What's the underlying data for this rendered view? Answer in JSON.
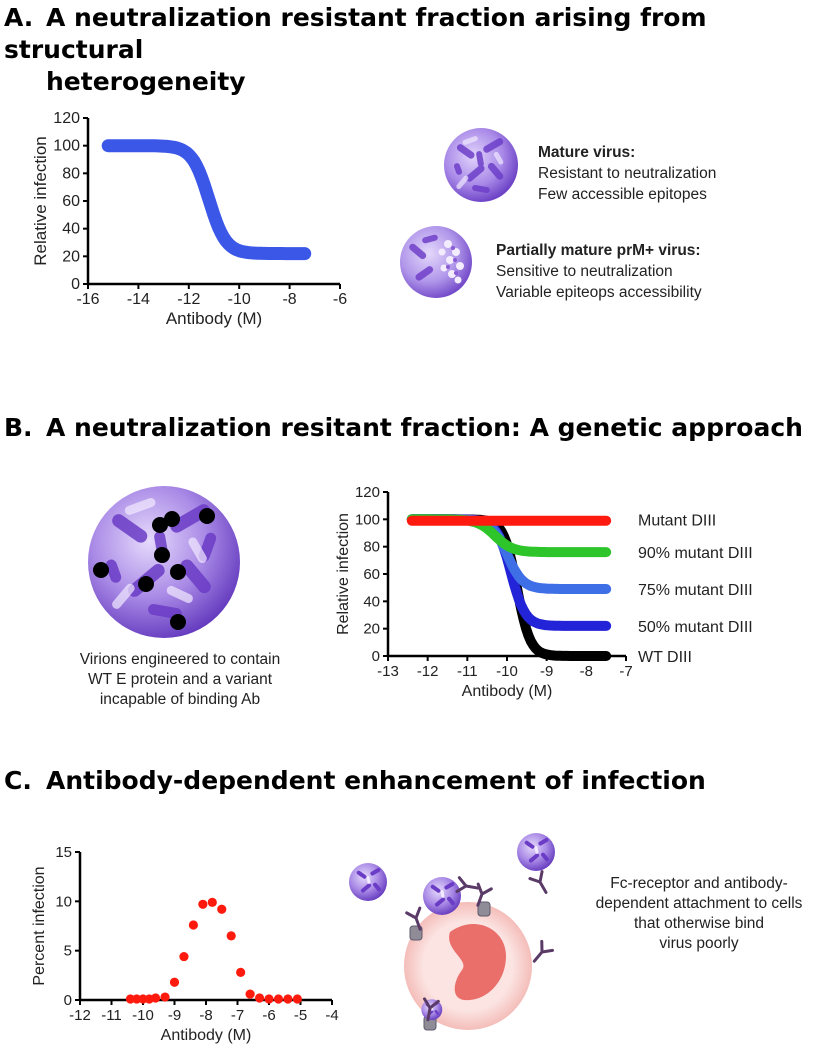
{
  "panels": {
    "a": {
      "letter": "A.",
      "title_line1": "A neutralization resistant fraction arising from structural",
      "title_line2": "heterogeneity",
      "mature": {
        "heading": "Mature virus:",
        "line1": "Resistant to neutralization",
        "line2": "Few accessible epitopes"
      },
      "partial": {
        "heading": "Partially mature prM+ virus:",
        "line1": "Sensitive to neutralization",
        "line2": "Variable epiteops accessibility"
      }
    },
    "b": {
      "letter": "B.",
      "title": "A neutralization resitant fraction:  A genetic approach",
      "caption_line1": "Virions engineered to contain",
      "caption_line2": "WT E protein and a variant",
      "caption_line3": "incapable of binding Ab"
    },
    "c": {
      "letter": "C.",
      "title": "Antibody-dependent enhancement of infection",
      "desc_line1": "Fc-receptor and antibody-",
      "desc_line2": "dependent attachment to cells",
      "desc_line3": "that otherwise bind",
      "desc_line4": "virus poorly"
    }
  },
  "icons": {
    "virus": "virus-particle-icon",
    "antibody": "antibody-y-icon",
    "cell": "host-cell-icon"
  },
  "colors": {
    "virus_light": "#c9b3ef",
    "virus_dark": "#7a45cf",
    "cell_pink": "#f6c9c7",
    "nucleus": "#ea6f6b",
    "antibody": "#5a3a66"
  },
  "chart_data": [
    {
      "type": "line",
      "xlabel": "Antibody (M)",
      "ylabel": "Relative infection",
      "xlim": [
        -16,
        -6
      ],
      "ylim": [
        0,
        120
      ],
      "xticks": [
        -16,
        -14,
        -12,
        -10,
        -8,
        -6
      ],
      "yticks": [
        0,
        20,
        40,
        60,
        80,
        100,
        120
      ],
      "series": [
        {
          "color": "#3b57e8",
          "top": 100,
          "bottom": 22,
          "ec50": -11.2,
          "hill": 1.3,
          "xmin": -15.2,
          "xmax": -7.4
        }
      ]
    },
    {
      "type": "line",
      "xlabel": "Antibody (M)",
      "ylabel": "Relative infection",
      "xlim": [
        -13,
        -7
      ],
      "ylim": [
        0,
        120
      ],
      "xticks": [
        -13,
        -12,
        -11,
        -10,
        -9,
        -8,
        -7
      ],
      "yticks": [
        0,
        20,
        40,
        60,
        80,
        100,
        120
      ],
      "series": [
        {
          "name": "WT DIII",
          "color": "#000000",
          "top": 100,
          "bottom": 0,
          "ec50": -9.75,
          "hill": 2.6,
          "xmin": -12.4,
          "xmax": -7.5
        },
        {
          "name": "50% mutant DIII",
          "color": "#2323d8",
          "top": 100,
          "bottom": 22,
          "ec50": -9.9,
          "hill": 2.4,
          "xmin": -12.4,
          "xmax": -7.5
        },
        {
          "name": "75% mutant DIII",
          "color": "#3f6fe6",
          "top": 100,
          "bottom": 49,
          "ec50": -10.0,
          "hill": 2.2,
          "xmin": -12.4,
          "xmax": -7.5
        },
        {
          "name": "90% mutant DIII",
          "color": "#2ec52b",
          "top": 100,
          "bottom": 76,
          "ec50": -10.3,
          "hill": 2.0,
          "xmin": -12.4,
          "xmax": -7.5
        },
        {
          "name": "Mutant DIII",
          "color": "#ff1a10",
          "top": 99,
          "bottom": 99,
          "ec50": -10.0,
          "hill": 1.0,
          "xmin": -12.4,
          "xmax": -7.5
        }
      ]
    },
    {
      "type": "scatter",
      "xlabel": "Antibody (M)",
      "ylabel": "Percent infection",
      "xlim": [
        -12,
        -4
      ],
      "ylim": [
        0,
        15
      ],
      "xticks": [
        -12,
        -11,
        -10,
        -9,
        -8,
        -7,
        -6,
        -5,
        -4
      ],
      "yticks": [
        0,
        5,
        10,
        15
      ],
      "series": [
        {
          "color": "#ff1a0e",
          "x": [
            -10.4,
            -10.2,
            -10.0,
            -9.8,
            -9.6,
            -9.3,
            -9.0,
            -8.7,
            -8.4,
            -8.1,
            -7.8,
            -7.5,
            -7.2,
            -6.9,
            -6.6,
            -6.3,
            -6.0,
            -5.7,
            -5.4,
            -5.1
          ],
          "y": [
            0.1,
            0.1,
            0.1,
            0.1,
            0.2,
            0.3,
            1.8,
            4.4,
            7.6,
            9.7,
            9.9,
            9.2,
            6.5,
            2.8,
            0.6,
            0.2,
            0.1,
            0.1,
            0.1,
            0.1
          ]
        }
      ]
    }
  ]
}
